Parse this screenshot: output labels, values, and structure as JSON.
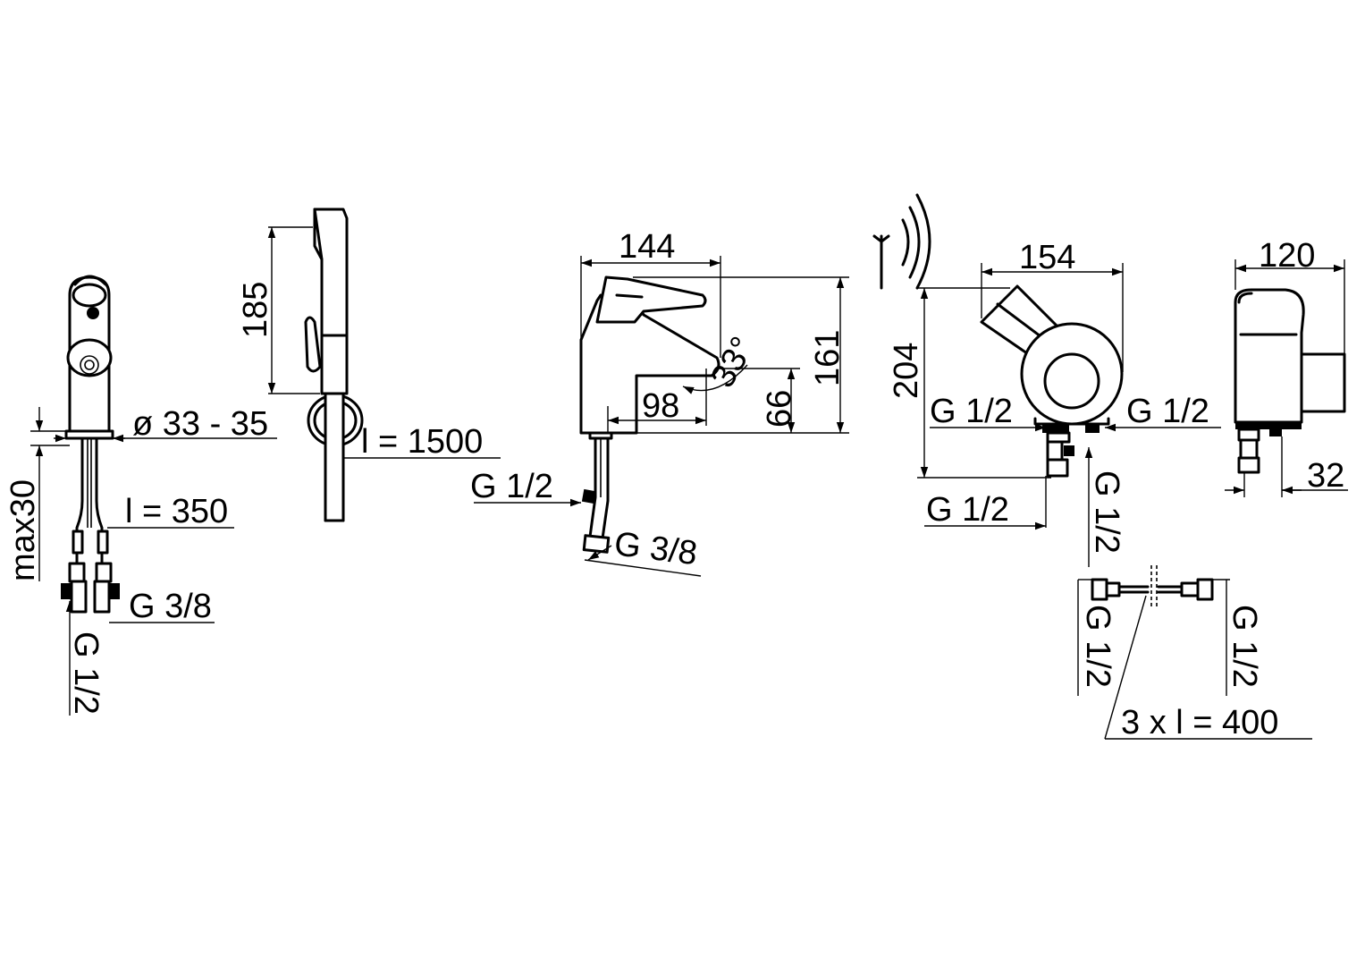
{
  "labels": {
    "diameter": "ø 33 - 35",
    "max30": "max30",
    "l350": "l = 350",
    "g38_a": "G 3/8",
    "g12_a": "G 1/2",
    "d185": "185",
    "l1500": "l = 1500",
    "d144": "144",
    "d161": "161",
    "d33deg": "33°",
    "d98": "98",
    "d66": "66",
    "g12_b": "G 1/2",
    "g38_b": "G 3/8",
    "d154": "154",
    "d204": "204",
    "g12_c": "G 1/2",
    "g12_d": "G 1/2",
    "g12_e": "G 1/2",
    "g12_f": "G 1/2",
    "d120": "120",
    "d32": "32",
    "g12_g": "G 1/2",
    "g12_h": "G 1/2",
    "hose400": "3 x  l = 400"
  }
}
